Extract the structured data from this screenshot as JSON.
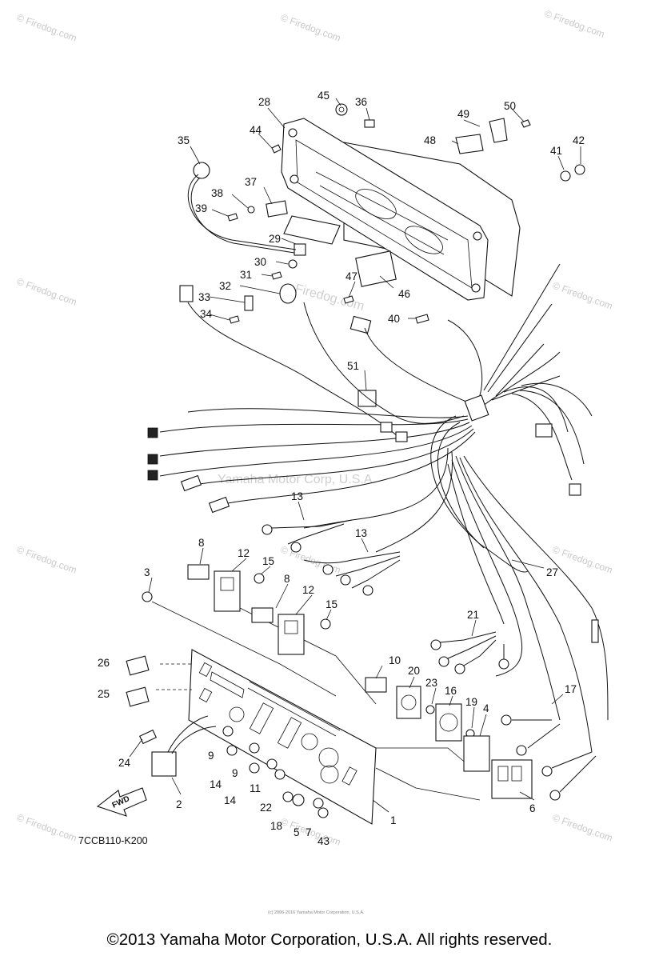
{
  "diagram_code": "7CCB110-K200",
  "direction_label": "FWD",
  "copyright": "©2013 Yamaha Motor Corporation, U.S.A. All rights reserved.",
  "fine_print": "(c) 2006-2016 Yamaha Motor Corporation, U.S.A.",
  "watermarks": {
    "site": "© Firedog.com",
    "center": "Yamaha Motor Corp, U.S.A.",
    "mid": "Firedog.com"
  },
  "callouts": [
    "1",
    "2",
    "3",
    "4",
    "5",
    "6",
    "7",
    "8",
    "8",
    "9",
    "9",
    "10",
    "11",
    "12",
    "12",
    "13",
    "13",
    "14",
    "14",
    "15",
    "15",
    "16",
    "17",
    "18",
    "19",
    "20",
    "21",
    "22",
    "23",
    "24",
    "25",
    "26",
    "27",
    "28",
    "29",
    "30",
    "31",
    "32",
    "33",
    "34",
    "35",
    "36",
    "37",
    "38",
    "39",
    "40",
    "41",
    "42",
    "43",
    "44",
    "45",
    "46",
    "47",
    "48",
    "49",
    "50",
    "51"
  ]
}
